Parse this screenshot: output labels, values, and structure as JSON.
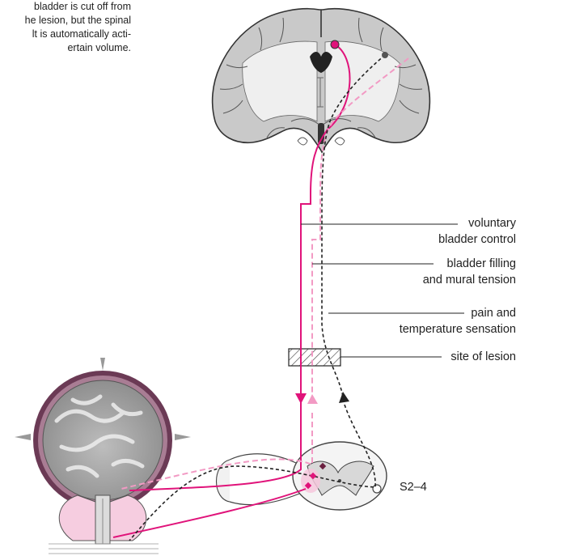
{
  "intro_text": {
    "lines": [
      "bladder is cut off from",
      "he lesion, but the spinal",
      "lt is automatically acti-",
      "ertain volume."
    ]
  },
  "labels": {
    "voluntary": [
      "voluntary",
      "bladder control"
    ],
    "filling": [
      "bladder filling",
      "and mural tension"
    ],
    "pain": [
      "pain and",
      "temperature sensation"
    ],
    "lesion": "site of lesion",
    "segment": "S2–4"
  },
  "colors": {
    "voluntary_pathway": "#e0137a",
    "filling_pathway": "#f29ac4",
    "pain_pathway": "#222222",
    "brain_fill": "#c9c9c9",
    "bladder_wall": "#6b3a55"
  }
}
